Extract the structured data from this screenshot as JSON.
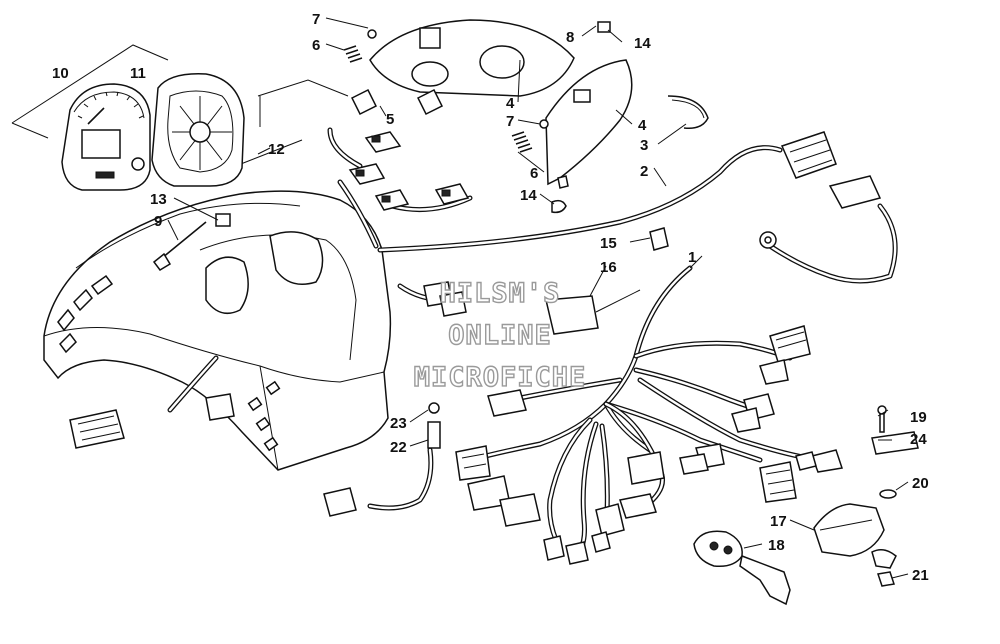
{
  "callouts": {
    "c1": "1",
    "c2": "2",
    "c3": "3",
    "c4a": "4",
    "c4b": "4",
    "c5": "5",
    "c6a": "6",
    "c6b": "6",
    "c7a": "7",
    "c7b": "7",
    "c8": "8",
    "c9": "9",
    "c10": "10",
    "c11": "11",
    "c12": "12",
    "c13": "13",
    "c14a": "14",
    "c14b": "14",
    "c15": "15",
    "c16": "16",
    "c17": "17",
    "c18": "18",
    "c19": "19",
    "c20": "20",
    "c21": "21",
    "c22": "22",
    "c23": "23",
    "c24": "24"
  },
  "watermark": {
    "line1": "HILSM'S",
    "line2": "ONLINE",
    "line3": "MICROFICHE"
  },
  "colors": {
    "ink": "#111111",
    "paper": "#ffffff",
    "watermark": "#9a9a9a"
  }
}
